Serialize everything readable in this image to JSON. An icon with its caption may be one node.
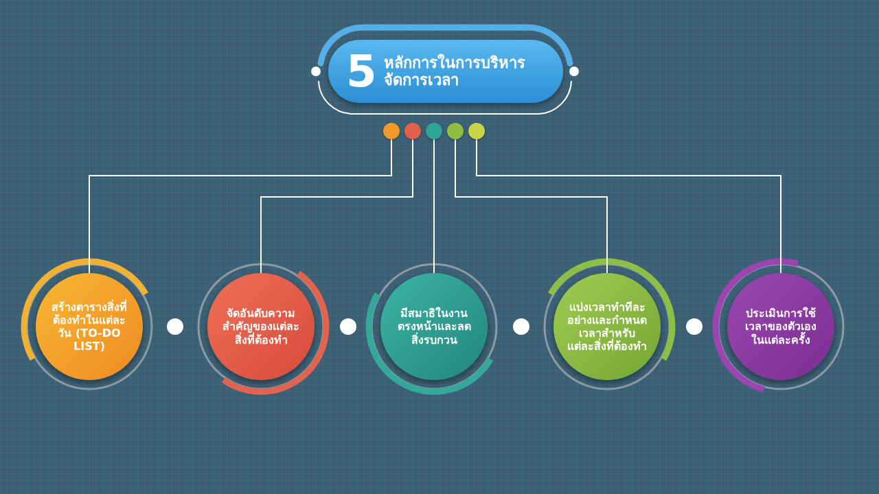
{
  "diagram": {
    "nodes": [
      {
        "text": [
          "5",
          "หลักการในการบริหารจัดการเวลา"
        ]
      },
      {
        "text": [],
        "shape": "circle"
      },
      {
        "text": [],
        "shape": "circle"
      },
      {
        "text": [],
        "shape": "circle"
      },
      {
        "text": [],
        "shape": "circle"
      },
      {
        "text": [],
        "shape": "circle"
      },
      {
        "text": [
          "สร้างตารางสิ่งที่ต้องทำในแต่ละวัน (TO-DO LIST)"
        ]
      },
      {
        "text": [
          "จัดอันดับความสำคัญของแต่ละสิ่งที่ต้องทำ"
        ]
      },
      {
        "text": [
          "มีสมาธิในงานตรงหน้าและลดสิ่งรบกวน"
        ]
      },
      {
        "text": [
          "แบ่งเวลาทำทีละอย่างและกำหนดเวลาสำหรับแต่ละสิ่งที่ต้องทำ"
        ]
      },
      {
        "text": [
          "ประเมินการใช้เวลาของตัวเองในแต่ละครั้ง"
        ]
      }
    ],
    "edges": [
      {
        "from": 1,
        "to": 6,
        "arrow": "none"
      },
      {
        "from": 2,
        "to": 7,
        "arrow": "none"
      },
      {
        "from": 3,
        "to": 8,
        "arrow": "none"
      },
      {
        "from": 4,
        "to": 9,
        "arrow": "none"
      },
      {
        "from": 5,
        "to": 10,
        "arrow": "none"
      }
    ]
  }
}
